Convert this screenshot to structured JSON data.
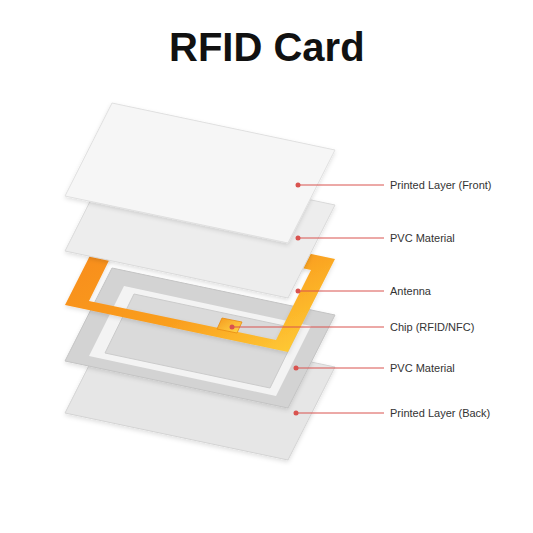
{
  "diagram": {
    "title": "RFID Card",
    "labels": [
      "Printed Layer (Front)",
      "PVC Material",
      "Antenna",
      "Chip (RFID/NFC)",
      "PVC Material",
      "Printed Layer (Back)"
    ]
  }
}
